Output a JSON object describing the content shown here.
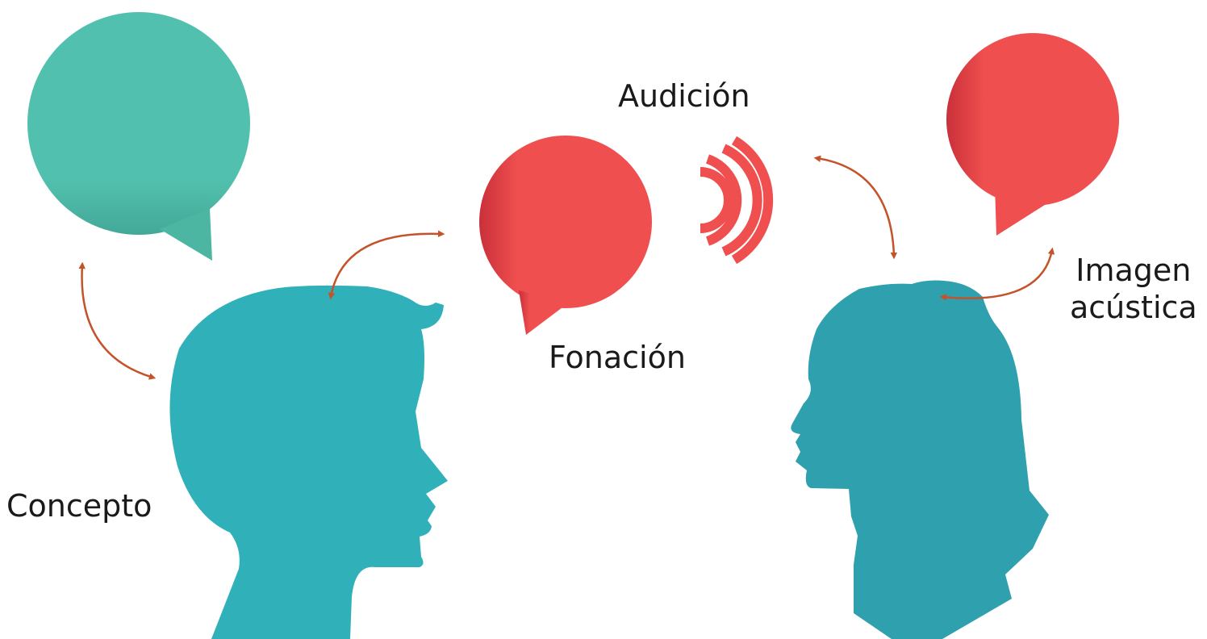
{
  "labels": {
    "concepto": "Concepto",
    "fonacion": "Fonación",
    "audicion": "Audición",
    "imagen_acustica_line1": "Imagen",
    "imagen_acustica_line2": "acústica"
  },
  "colors": {
    "concept_bubble": "#52C0AE",
    "speech_bubble": "#EF4F4E",
    "speech_bubble_shade": "#C9303A",
    "sound_waves": "#EF4F4E",
    "speaker_head": "#30B1B9",
    "listener_head": "#2EA0AE",
    "arrows": "#C4522A"
  },
  "icons": [
    "concept-speech-bubble-icon",
    "phonation-speech-bubble-icon",
    "sound-waves-icon",
    "acoustic-image-speech-bubble-icon",
    "speaker-head-silhouette",
    "listener-head-silhouette",
    "double-headed-arrow-icon"
  ]
}
